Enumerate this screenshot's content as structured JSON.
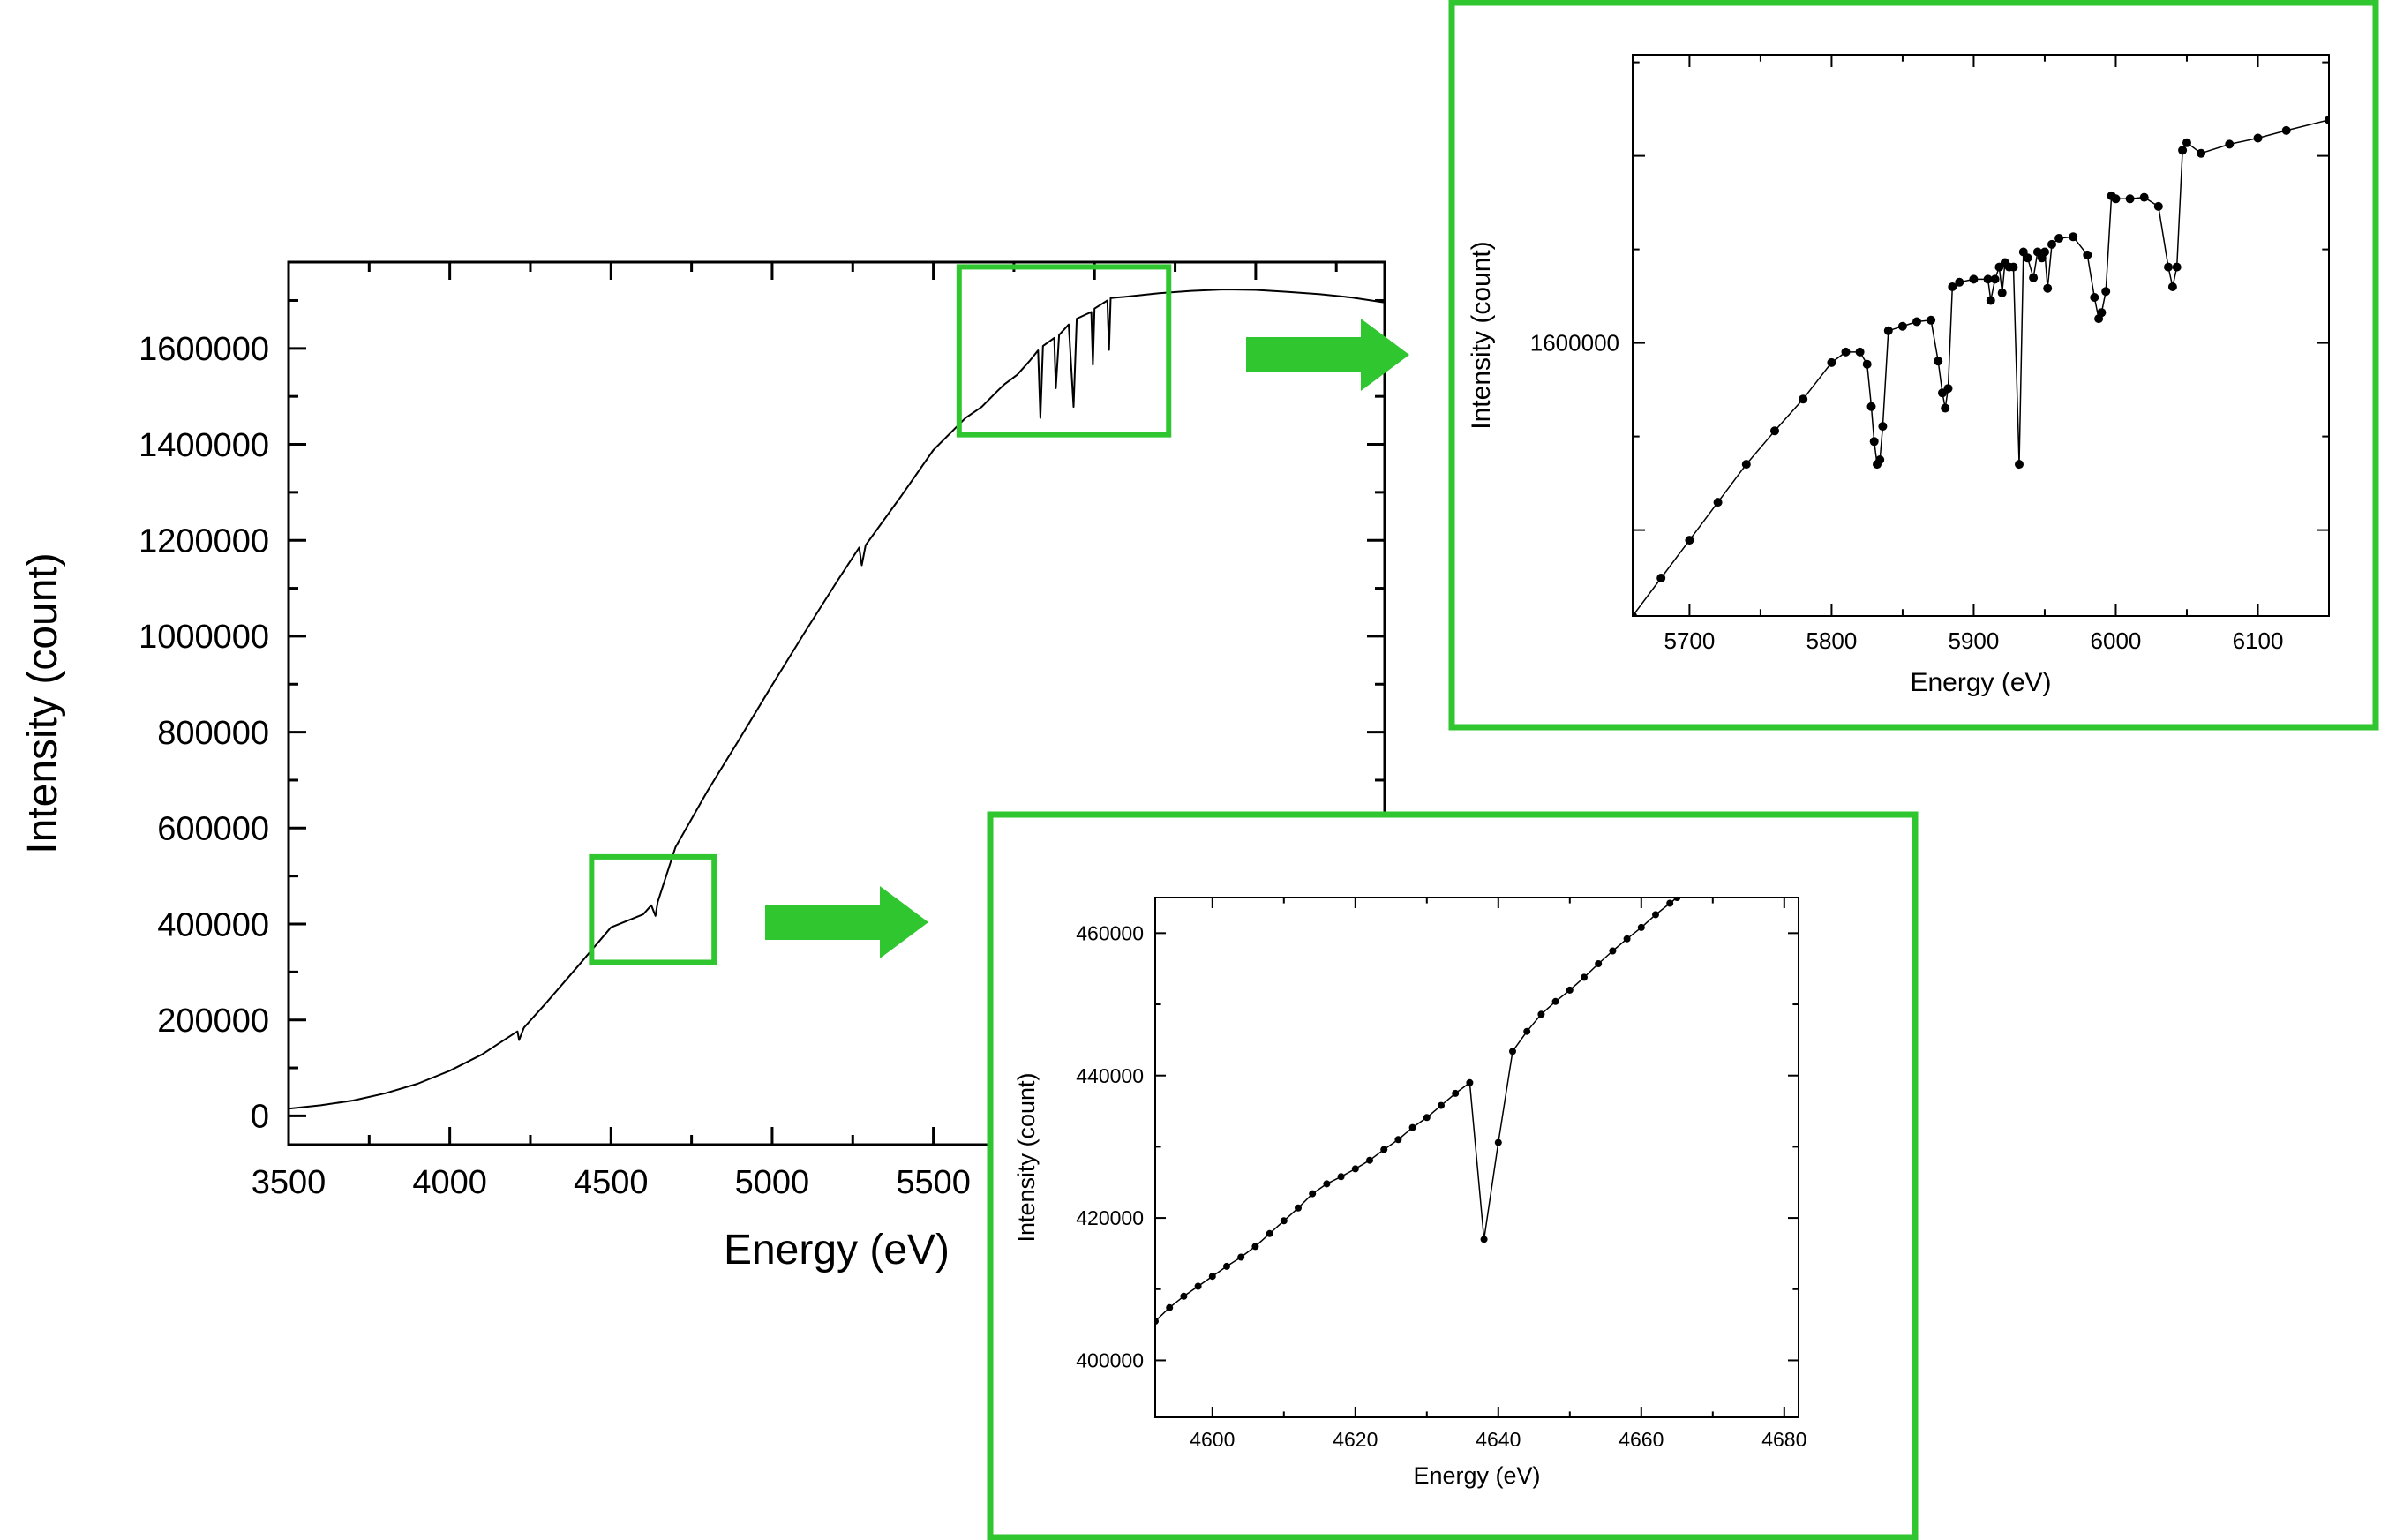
{
  "colors": {
    "accent": "#2fc62f",
    "line": "#000000",
    "marker": "#000000"
  },
  "chart_data": [
    {
      "id": "main",
      "type": "line",
      "xlabel": "Energy (eV)",
      "ylabel": "Intensity (count)",
      "xlim": [
        3500,
        6900
      ],
      "ylim": [
        -60000,
        1780000
      ],
      "xticks": [
        3500,
        4000,
        4500,
        5000,
        5500
      ],
      "yticks": [
        0,
        200000,
        400000,
        600000,
        800000,
        1000000,
        1200000,
        1400000,
        1600000
      ],
      "grid": false,
      "markers": false,
      "series": [
        {
          "x": [
            3500,
            3600,
            3700,
            3800,
            3900,
            4000,
            4100,
            4200,
            4210,
            4215,
            4230,
            4300,
            4400,
            4500,
            4600,
            4625,
            4638,
            4645,
            4700,
            4800,
            4900,
            5000,
            5100,
            5200,
            5270,
            5278,
            5290,
            5400,
            5500,
            5600,
            5650,
            5700,
            5720,
            5760,
            5800,
            5825,
            5832,
            5840,
            5875,
            5880,
            5890,
            5920,
            5935,
            5945,
            5990,
            5995,
            6000,
            6040,
            6045,
            6050,
            6100,
            6200,
            6300,
            6400,
            6500,
            6600,
            6700,
            6800,
            6900
          ],
          "y": [
            15000,
            22000,
            32000,
            47000,
            67000,
            94000,
            128000,
            172000,
            176000,
            158000,
            184000,
            236000,
            314000,
            393000,
            420000,
            439000,
            417000,
            446000,
            560000,
            678000,
            787000,
            898000,
            1007000,
            1113000,
            1185000,
            1148000,
            1190000,
            1292000,
            1388000,
            1455000,
            1478000,
            1512000,
            1525000,
            1545000,
            1575000,
            1596000,
            1455000,
            1605000,
            1622000,
            1517000,
            1628000,
            1650000,
            1478000,
            1662000,
            1676000,
            1566000,
            1683000,
            1700000,
            1597000,
            1705000,
            1708000,
            1715000,
            1720000,
            1723000,
            1722000,
            1718000,
            1713000,
            1706000,
            1696000
          ]
        }
      ],
      "zoom_boxes": [
        {
          "xlim": [
            4440,
            4820
          ],
          "ylim": [
            320000,
            540000
          ]
        },
        {
          "xlim": [
            5580,
            6230
          ],
          "ylim": [
            1420000,
            1770000
          ]
        }
      ]
    },
    {
      "id": "inset_top",
      "type": "line",
      "xlabel": "Energy (eV)",
      "ylabel": "Intensity (count)",
      "xlim": [
        5660,
        6150
      ],
      "ylim": [
        1420000,
        1790000
      ],
      "xticks": [
        5700,
        5800,
        5900,
        6000,
        6100
      ],
      "yticks": [
        1600000
      ],
      "grid": false,
      "markers": true,
      "series": [
        {
          "x": [
            5660,
            5680,
            5700,
            5720,
            5740,
            5760,
            5780,
            5800,
            5810,
            5820,
            5825,
            5828,
            5830,
            5832,
            5834,
            5836,
            5840,
            5850,
            5860,
            5870,
            5875,
            5878,
            5880,
            5882,
            5885,
            5890,
            5900,
            5910,
            5912,
            5915,
            5918,
            5920,
            5922,
            5925,
            5928,
            5932,
            5935,
            5938,
            5942,
            5945,
            5948,
            5950,
            5952,
            5955,
            5960,
            5970,
            5980,
            5985,
            5988,
            5990,
            5993,
            5997,
            6000,
            6010,
            6020,
            6030,
            6037,
            6040,
            6043,
            6047,
            6050,
            6060,
            6080,
            6100,
            6120,
            6150
          ],
          "y": [
            1420000,
            1445000,
            1470000,
            1495000,
            1520000,
            1542000,
            1563000,
            1587000,
            1594000,
            1594000,
            1586000,
            1558000,
            1535000,
            1520000,
            1523000,
            1545000,
            1608000,
            1611000,
            1614000,
            1615000,
            1588000,
            1567000,
            1557000,
            1570000,
            1637000,
            1640000,
            1642000,
            1642000,
            1628000,
            1642000,
            1650000,
            1633000,
            1653000,
            1650000,
            1650000,
            1520000,
            1660000,
            1656000,
            1643000,
            1660000,
            1656000,
            1660000,
            1636000,
            1665000,
            1669000,
            1670000,
            1658000,
            1630000,
            1616000,
            1620000,
            1634000,
            1697000,
            1695000,
            1695000,
            1696000,
            1690000,
            1650000,
            1637000,
            1650000,
            1727000,
            1732000,
            1725000,
            1731000,
            1735000,
            1740000,
            1747000
          ]
        }
      ]
    },
    {
      "id": "inset_bottom",
      "type": "line",
      "xlabel": "Energy (eV)",
      "ylabel": "Intensity (count)",
      "xlim": [
        4592,
        4682
      ],
      "ylim": [
        392000,
        465000
      ],
      "xticks": [
        4600,
        4620,
        4640,
        4660,
        4680
      ],
      "yticks": [
        400000,
        420000,
        440000,
        460000
      ],
      "grid": false,
      "markers": true,
      "series": [
        {
          "x": [
            4592,
            4594,
            4596,
            4598,
            4600,
            4602,
            4604,
            4606,
            4608,
            4610,
            4612,
            4614,
            4616,
            4618,
            4620,
            4622,
            4624,
            4626,
            4628,
            4630,
            4632,
            4634,
            4636,
            4638,
            4640,
            4642,
            4644,
            4646,
            4648,
            4650,
            4652,
            4654,
            4656,
            4658,
            4660,
            4662,
            4664,
            4665
          ],
          "y": [
            405500,
            407400,
            409000,
            410400,
            411800,
            413200,
            414500,
            416000,
            417800,
            419600,
            421400,
            423400,
            424800,
            425800,
            426900,
            428100,
            429600,
            431000,
            432700,
            434100,
            435800,
            437500,
            439000,
            417000,
            430600,
            443400,
            446200,
            448600,
            450400,
            452000,
            453800,
            455700,
            457500,
            459200,
            460800,
            462600,
            464200,
            465000
          ]
        }
      ]
    }
  ]
}
